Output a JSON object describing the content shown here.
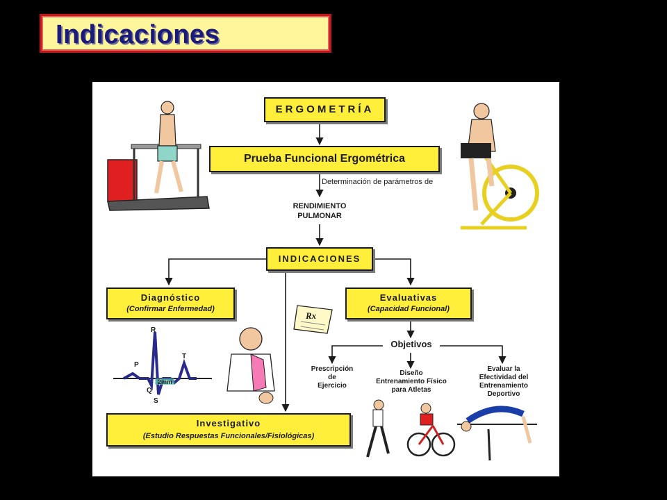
{
  "slide": {
    "title": "Indicaciones"
  },
  "diagram": {
    "ergometria": "ERGOMETRÍA",
    "prueba": "Prueba Funcional Ergométrica",
    "determinacion": "Determinación de parámetros de",
    "rendimiento_l1": "RENDIMIENTO",
    "rendimiento_l2": "PULMONAR",
    "indicaciones": "INDICACIONES",
    "diagnostico_l1": "Diagnóstico",
    "diagnostico_l2": "(Confirmar Enfermedad)",
    "evaluativas_l1": "Evaluativas",
    "evaluativas_l2": "(Capacidad Funcional)",
    "objetivos": "Objetivos",
    "prescripcion": [
      "Prescripción",
      "de",
      "Ejercicio"
    ],
    "diseno": [
      "Diseño",
      "Entrenamiento Físico",
      "para Atletas"
    ],
    "evaluar": [
      "Evaluar la",
      "Efectividad del",
      "Entrenamiento",
      "Deportivo"
    ],
    "investigativo_l1": "Investigativo",
    "investigativo_l2": "(Estudio Respuestas Funcionales/Fisiológicas)",
    "ecg_labels": {
      "r": "R",
      "p": "P",
      "t": "T",
      "q": "Q",
      "s": "S",
      "mm": "2mm"
    },
    "rx": "Rx"
  },
  "colors": {
    "box_fill": "#ffef3a",
    "title_bg": "#fff59a",
    "title_border": "#c01818",
    "title_text": "#1a1a7a",
    "ecg_line": "#2a2a8a"
  }
}
